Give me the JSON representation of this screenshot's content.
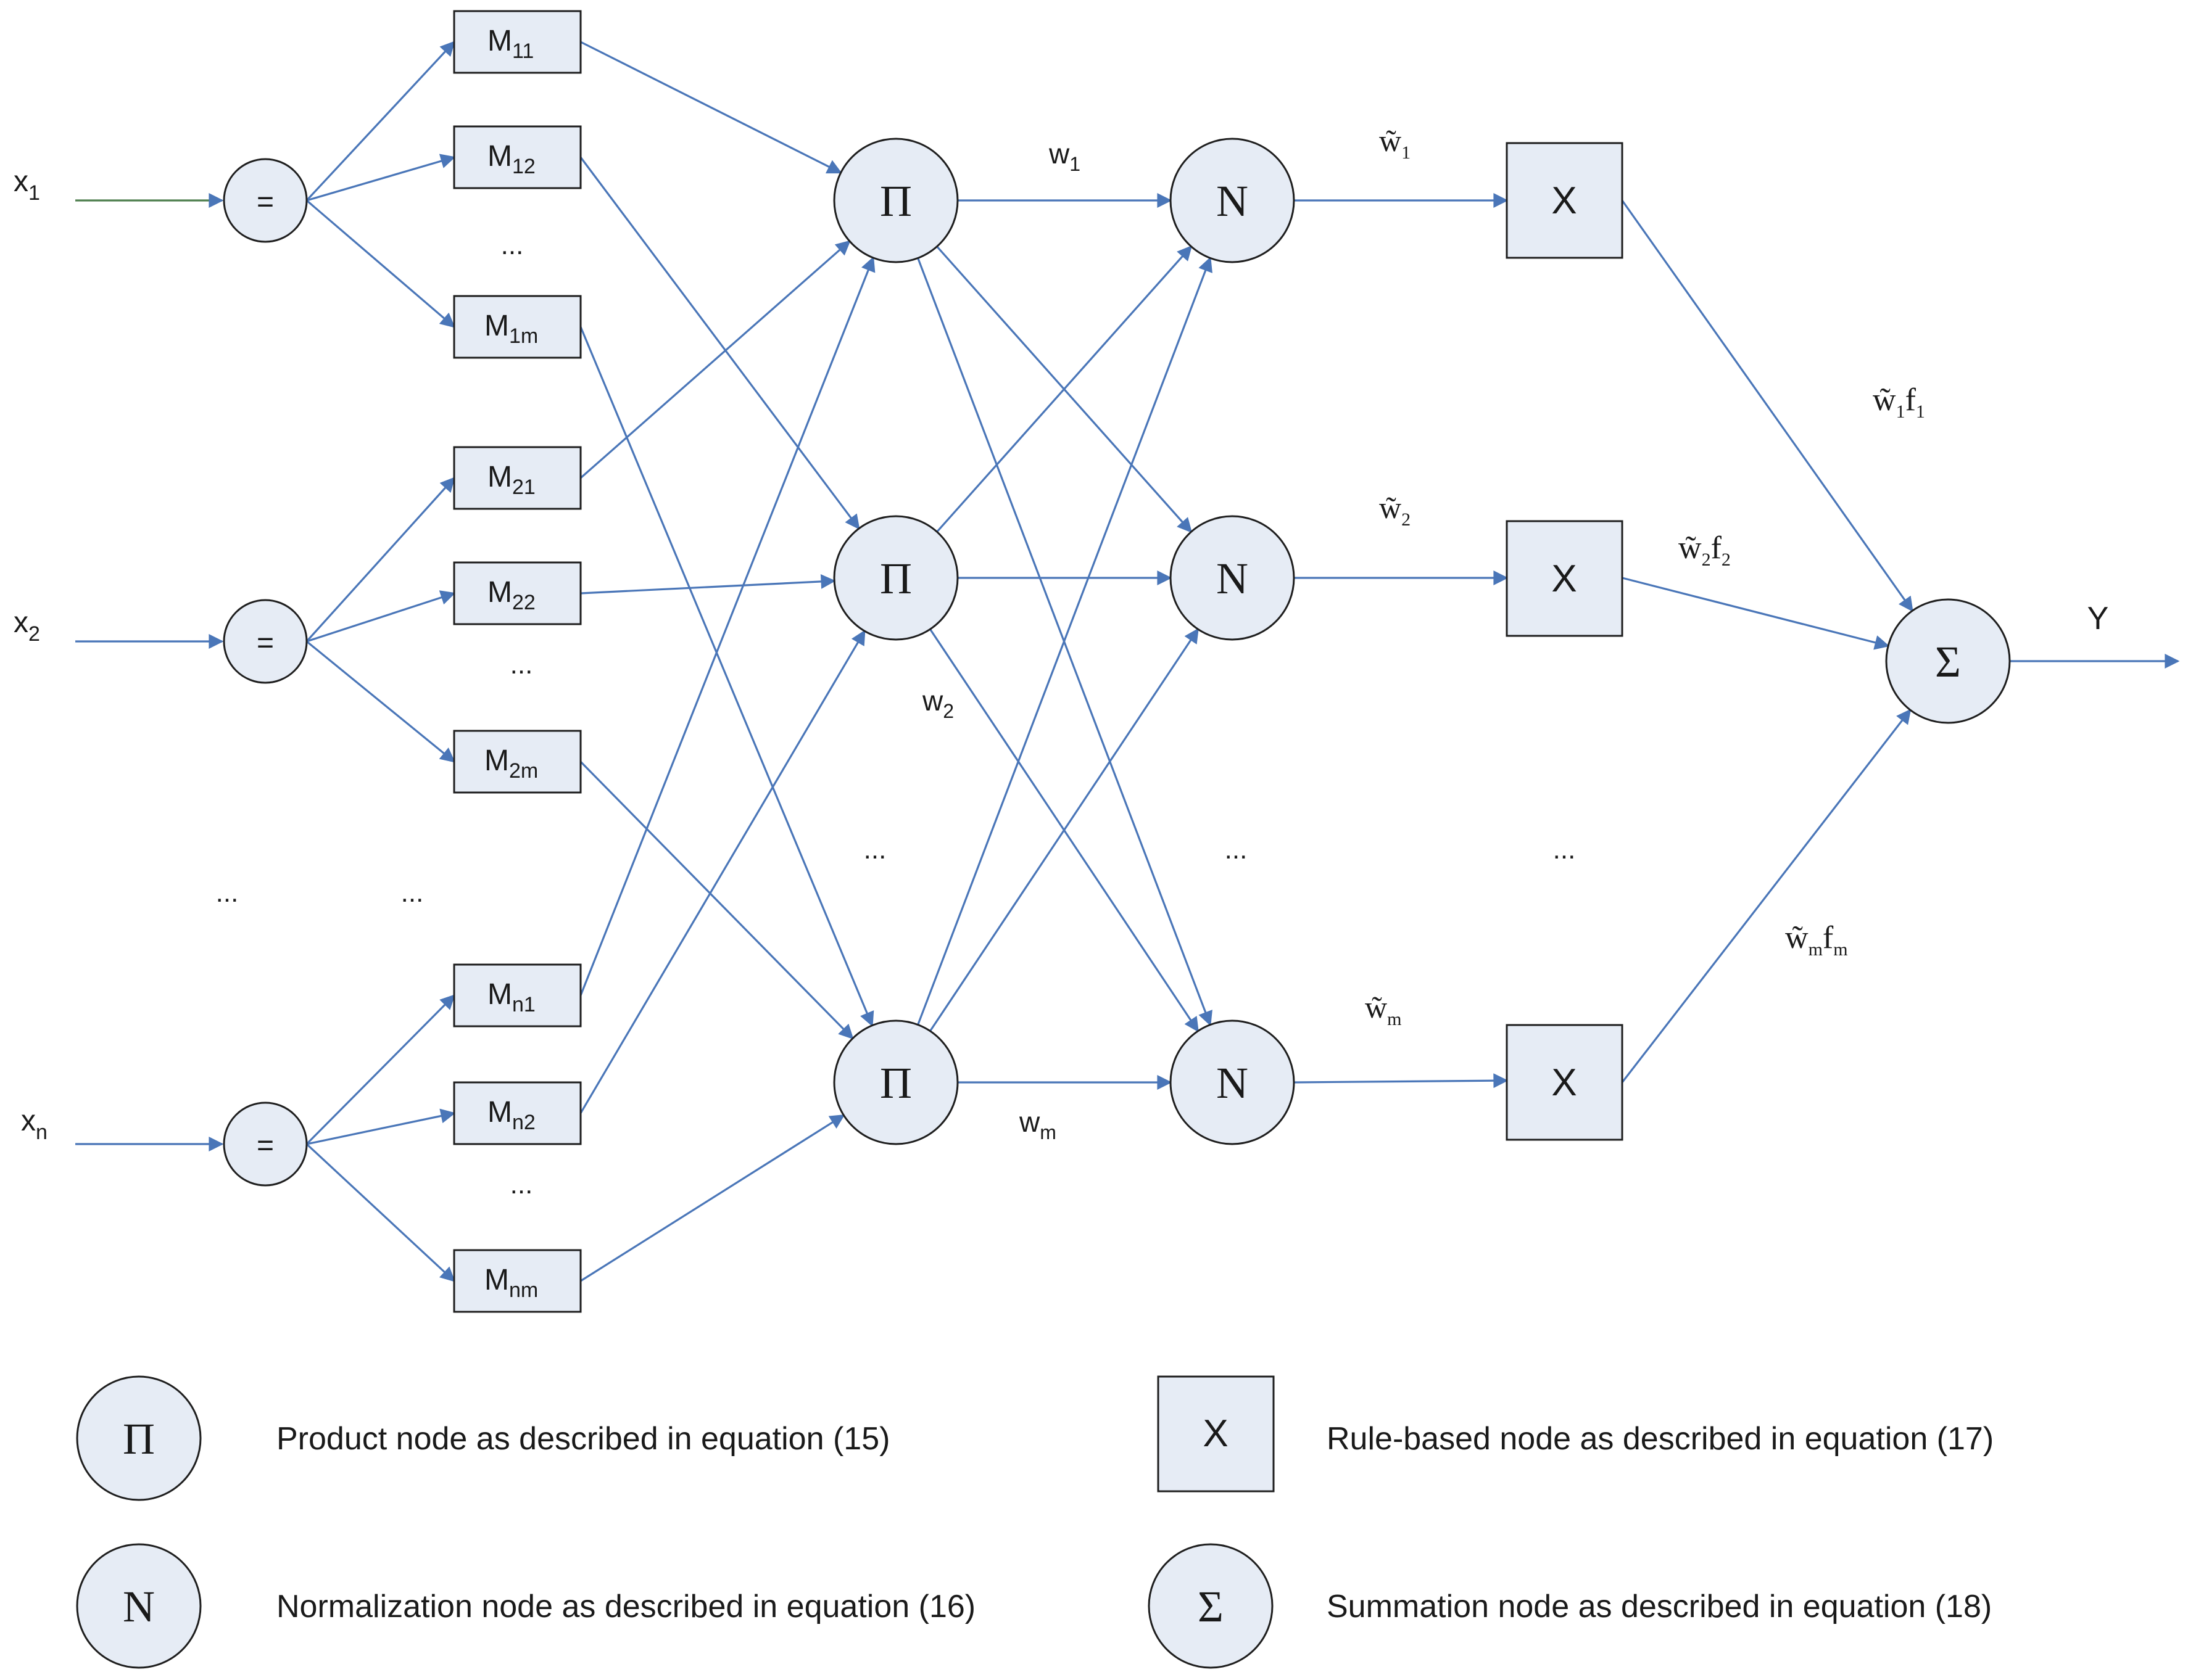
{
  "inputs": [
    {
      "base": "x",
      "sub": "1"
    },
    {
      "base": "x",
      "sub": "2"
    },
    {
      "base": "x",
      "sub": "n"
    }
  ],
  "equal_symbol": "=",
  "membership": [
    {
      "base": "M",
      "sub": "11"
    },
    {
      "base": "M",
      "sub": "12"
    },
    {
      "base": "M",
      "sub": "1m"
    },
    {
      "base": "M",
      "sub": "21"
    },
    {
      "base": "M",
      "sub": "22"
    },
    {
      "base": "M",
      "sub": "2m"
    },
    {
      "base": "M",
      "sub": "n1"
    },
    {
      "base": "M",
      "sub": "n2"
    },
    {
      "base": "M",
      "sub": "nm"
    }
  ],
  "symbols": {
    "product": "Π",
    "normalization": "N",
    "rule": "X",
    "summation": "Σ",
    "ellipsis": "..."
  },
  "weights": [
    {
      "base": "w",
      "sub": "1"
    },
    {
      "base": "w",
      "sub": "2"
    },
    {
      "base": "w",
      "sub": "m"
    }
  ],
  "normalized_weights": [
    {
      "base": "w̃",
      "sub": "1"
    },
    {
      "base": "w̃",
      "sub": "2"
    },
    {
      "base": "w̃",
      "sub": "m"
    }
  ],
  "rule_outputs": [
    {
      "base": "w̃",
      "sub": "1",
      "f": "f",
      "fsub": "1"
    },
    {
      "base": "w̃",
      "sub": "2",
      "f": "f",
      "fsub": "2"
    },
    {
      "base": "w̃",
      "sub": "m",
      "f": "f",
      "fsub": "m"
    }
  ],
  "output_label": "Y",
  "legend": {
    "product": "Product node as described in equation (15)",
    "normalization": "Normalization node as described in equation (16)",
    "rule": "Rule-based node as described in equation (17)",
    "summation": "Summation node as described in equation (18)"
  },
  "colors": {
    "edge": "#4a76b8",
    "input_edge": "#4f7f4f",
    "node_fill": "#e6ecf5",
    "node_stroke": "#1e1e1e"
  }
}
